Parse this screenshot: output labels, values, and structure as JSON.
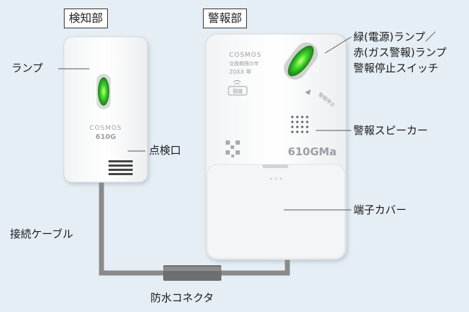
{
  "detector": {
    "title": "検知部",
    "model": "610G",
    "brand": "COSMOS"
  },
  "alarm": {
    "title": "警報部",
    "model": "610GMa",
    "brand": "COSMOS",
    "panel_text": "交換期限の年",
    "year_text": "20XX 年",
    "badge": "親機",
    "arrow_text": "警報停止"
  },
  "labels": {
    "lamp": "ランプ",
    "inspection_port": "点検口",
    "cable": "接続ケーブル",
    "connector": "防水コネクタ",
    "lamp_line1": "緑(電源)ランプ／",
    "lamp_line2": "赤(ガス警報)ランプ",
    "lamp_line3": "警報停止スイッチ",
    "speaker": "警報スピーカー",
    "terminal_cover": "端子カバー"
  },
  "colors": {
    "background": "#e6eef5",
    "lamp_green": "#3ddc2c",
    "cable_gray": "#8a8a8a"
  }
}
